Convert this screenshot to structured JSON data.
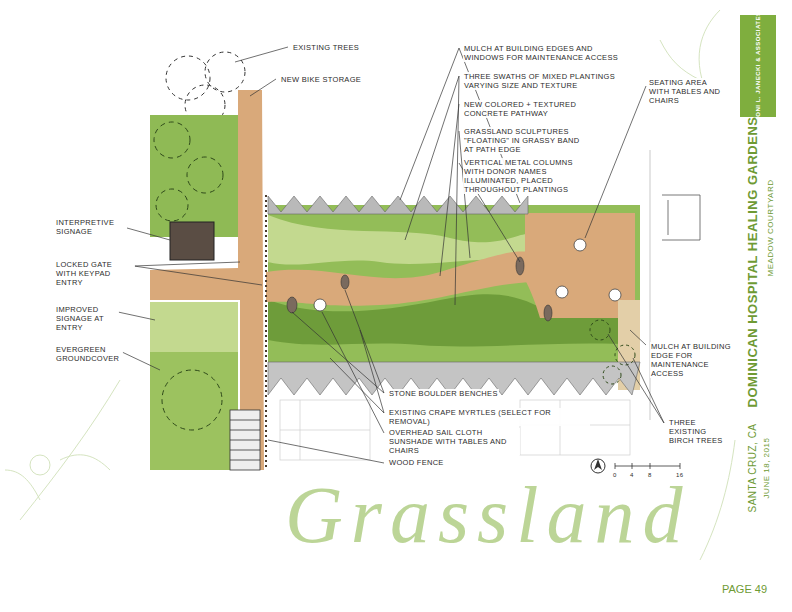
{
  "diagram": {
    "title": "DOMINICAN HOSPITAL HEALING GARDENS",
    "labels": [
      "EXISTING TREES",
      "NEW BIKE STORAGE",
      "MULCH AT BUILDING EDGES AND WINDOWS FOR MAINTENANCE ACCESS",
      "THREE SWATHS OF MIXED PLANTINGS VARYING SIZE AND TEXTURE",
      "NEW COLORED + TEXTURED CONCRETE PATHWAY",
      "GRASSLAND SCULPTURES \"FLOATING\" IN GRASSY BAND AT PATH EDGE",
      "VERTICAL METAL COLUMNS WITH DONOR NAMES ILLUMINATED, PLACED THROUGHOUT PLANTINGS",
      "SEATING AREA WITH TABLES AND CHAIRS",
      "INTERPRETIVE SIGNAGE",
      "LOCKED GATE WITH KEYPAD ENTRY",
      "IMPROVED SIGNAGE AT ENTRY",
      "EVERGREEN GROUNDCOVER",
      "MULCH AT BUILDING EDGE FOR MAINTENANCE ACCESS",
      "STONE BOULDER BENCHES",
      "EXISTING CRAPE MYRTLES (SELECT FOR REMOVAL)",
      "OVERHEAD SAIL CLOTH SUNSHADE WITH TABLES AND CHAIRS",
      "THREE EXISTING BIRCH TREES",
      "WOOD FENCE",
      "0",
      "4",
      "8",
      "16",
      "MEADOW COURTYARD",
      "SANTA CRUZ, CA",
      "JUNE 18, 2015",
      "Grassland",
      "PAGE 49",
      "JONI L. JANECKI & ASSOCIATES"
    ]
  }
}
